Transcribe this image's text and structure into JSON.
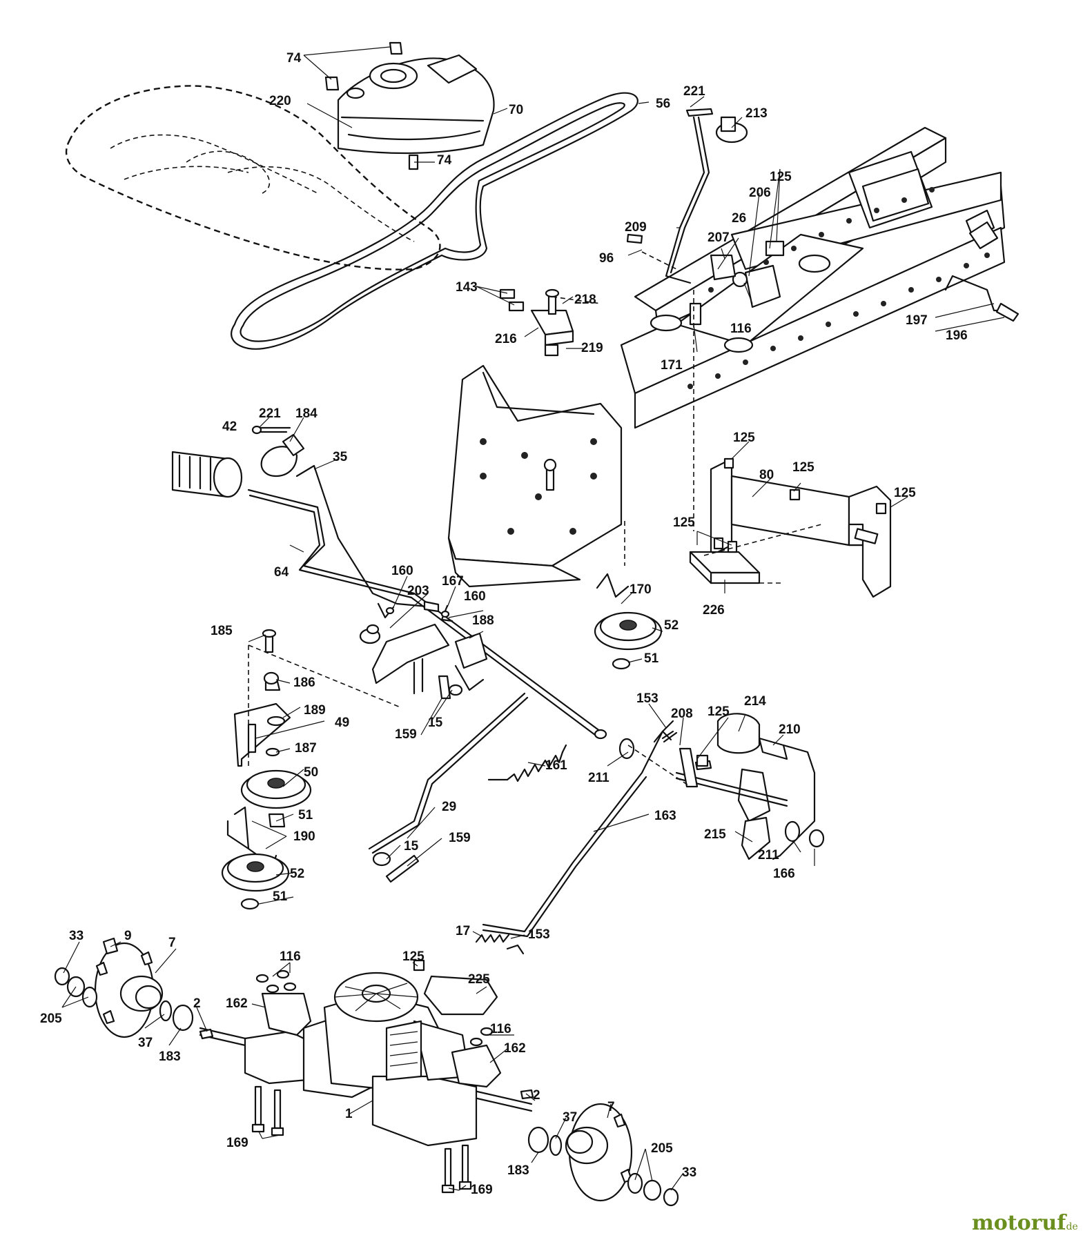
{
  "callouts": [
    {
      "id": "74",
      "text": "74"
    },
    {
      "id": "220",
      "text": "220"
    },
    {
      "id": "70",
      "text": "70"
    },
    {
      "id": "56",
      "text": "56"
    },
    {
      "id": "74",
      "text": "74"
    },
    {
      "id": "221",
      "text": "221"
    },
    {
      "id": "213",
      "text": "213"
    },
    {
      "id": "125",
      "text": "125"
    },
    {
      "id": "206",
      "text": "206"
    },
    {
      "id": "26",
      "text": "26"
    },
    {
      "id": "209",
      "text": "209"
    },
    {
      "id": "207",
      "text": "207"
    },
    {
      "id": "96",
      "text": "96"
    },
    {
      "id": "143",
      "text": "143"
    },
    {
      "id": "218",
      "text": "218"
    },
    {
      "id": "116",
      "text": "116"
    },
    {
      "id": "197",
      "text": "197"
    },
    {
      "id": "196",
      "text": "196"
    },
    {
      "id": "216",
      "text": "216"
    },
    {
      "id": "219",
      "text": "219"
    },
    {
      "id": "171",
      "text": "171"
    },
    {
      "id": "221",
      "text": "221"
    },
    {
      "id": "184",
      "text": "184"
    },
    {
      "id": "42",
      "text": "42"
    },
    {
      "id": "35",
      "text": "35"
    },
    {
      "id": "125",
      "text": "125"
    },
    {
      "id": "80",
      "text": "80"
    },
    {
      "id": "125",
      "text": "125"
    },
    {
      "id": "125",
      "text": "125"
    },
    {
      "id": "125",
      "text": "125"
    },
    {
      "id": "64",
      "text": "64"
    },
    {
      "id": "160",
      "text": "160"
    },
    {
      "id": "203",
      "text": "203"
    },
    {
      "id": "167",
      "text": "167"
    },
    {
      "id": "160",
      "text": "160"
    },
    {
      "id": "188",
      "text": "188"
    },
    {
      "id": "170",
      "text": "170"
    },
    {
      "id": "226",
      "text": "226"
    },
    {
      "id": "52",
      "text": "52"
    },
    {
      "id": "185",
      "text": "185"
    },
    {
      "id": "51",
      "text": "51"
    },
    {
      "id": "186",
      "text": "186"
    },
    {
      "id": "189",
      "text": "189"
    },
    {
      "id": "49",
      "text": "49"
    },
    {
      "id": "15",
      "text": "15"
    },
    {
      "id": "159",
      "text": "159"
    },
    {
      "id": "187",
      "text": "187"
    },
    {
      "id": "153",
      "text": "153"
    },
    {
      "id": "208",
      "text": "208"
    },
    {
      "id": "125",
      "text": "125"
    },
    {
      "id": "214",
      "text": "214"
    },
    {
      "id": "210",
      "text": "210"
    },
    {
      "id": "161",
      "text": "161"
    },
    {
      "id": "211",
      "text": "211"
    },
    {
      "id": "50",
      "text": "50"
    },
    {
      "id": "29",
      "text": "29"
    },
    {
      "id": "51",
      "text": "51"
    },
    {
      "id": "163",
      "text": "163"
    },
    {
      "id": "190",
      "text": "190"
    },
    {
      "id": "15",
      "text": "15"
    },
    {
      "id": "159",
      "text": "159"
    },
    {
      "id": "215",
      "text": "215"
    },
    {
      "id": "211",
      "text": "211"
    },
    {
      "id": "52",
      "text": "52"
    },
    {
      "id": "166",
      "text": "166"
    },
    {
      "id": "51",
      "text": "51"
    },
    {
      "id": "17",
      "text": "17"
    },
    {
      "id": "153",
      "text": "153"
    },
    {
      "id": "33",
      "text": "33"
    },
    {
      "id": "9",
      "text": "9"
    },
    {
      "id": "7",
      "text": "7"
    },
    {
      "id": "116",
      "text": "116"
    },
    {
      "id": "125",
      "text": "125"
    },
    {
      "id": "225",
      "text": "225"
    },
    {
      "id": "205",
      "text": "205"
    },
    {
      "id": "162",
      "text": "162"
    },
    {
      "id": "2",
      "text": "2"
    },
    {
      "id": "116",
      "text": "116"
    },
    {
      "id": "37",
      "text": "37"
    },
    {
      "id": "183",
      "text": "183"
    },
    {
      "id": "162",
      "text": "162"
    },
    {
      "id": "2",
      "text": "2"
    },
    {
      "id": "1",
      "text": "1"
    },
    {
      "id": "7",
      "text": "7"
    },
    {
      "id": "37",
      "text": "37"
    },
    {
      "id": "169",
      "text": "169"
    },
    {
      "id": "205",
      "text": "205"
    },
    {
      "id": "183",
      "text": "183"
    },
    {
      "id": "33",
      "text": "33"
    },
    {
      "id": "169",
      "text": "169"
    }
  ],
  "watermark": {
    "brand": "motoruf",
    "suffix": ".de"
  }
}
